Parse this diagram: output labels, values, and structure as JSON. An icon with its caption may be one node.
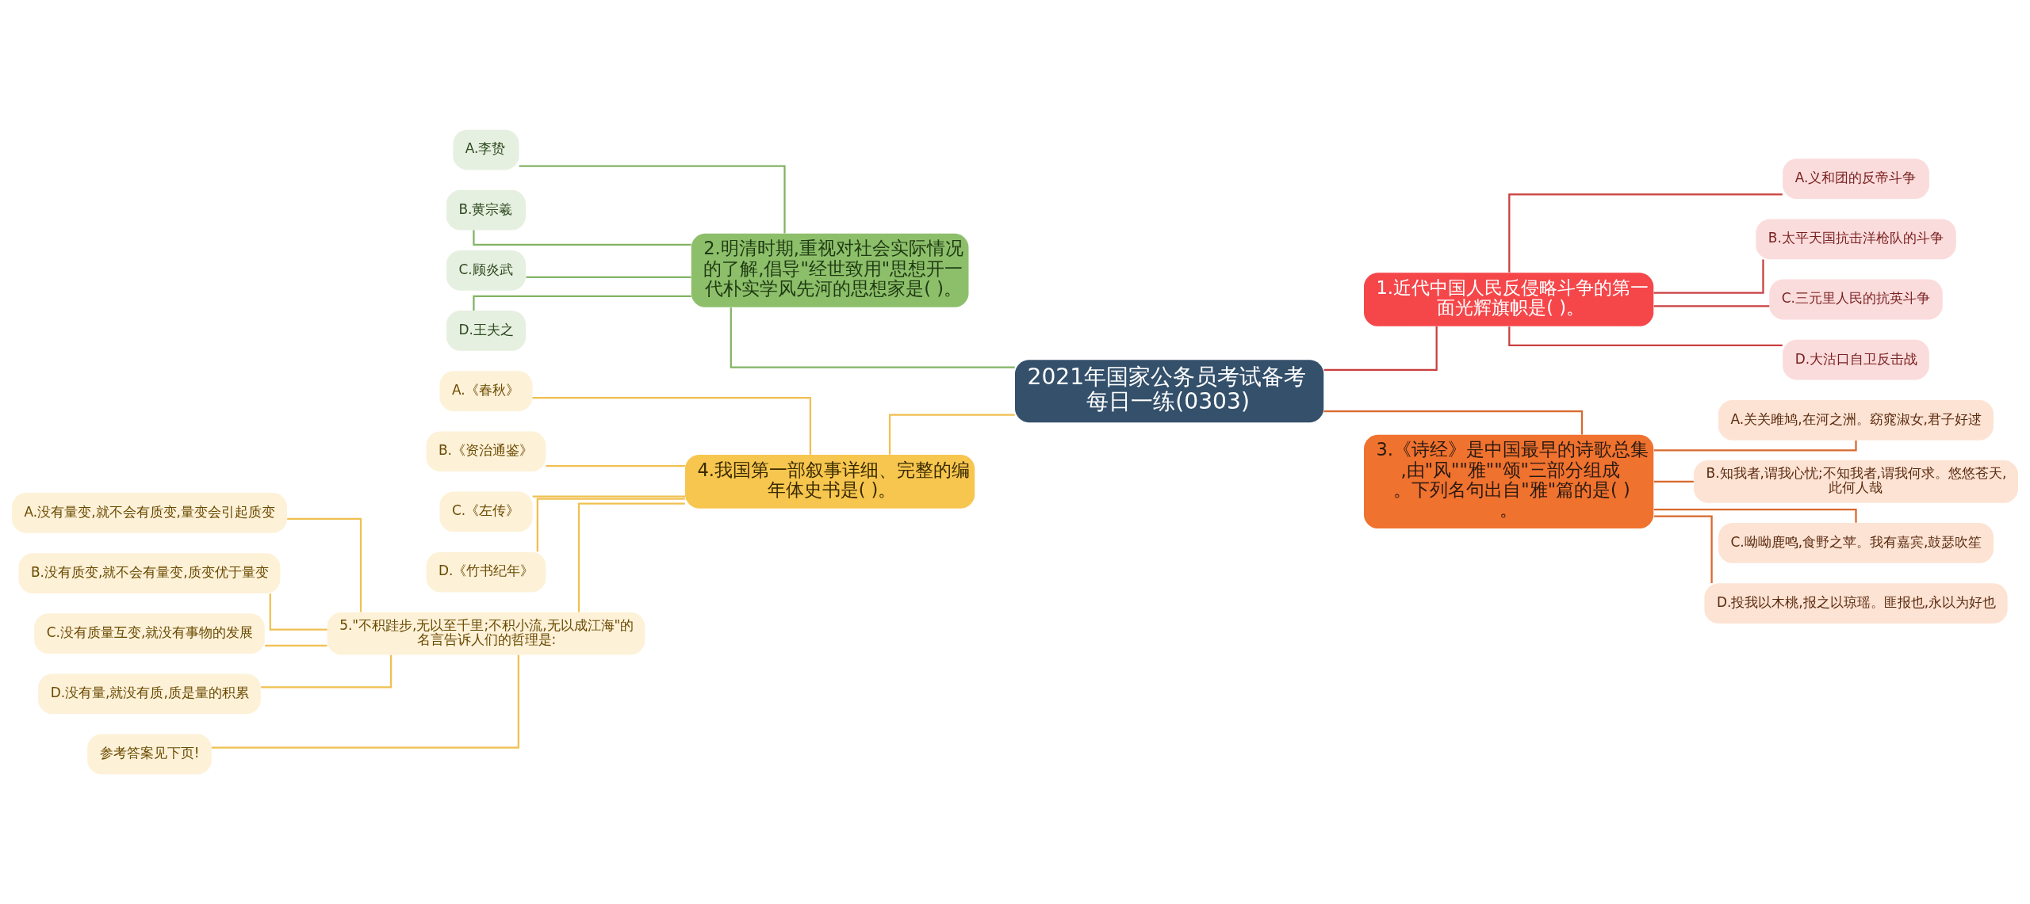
{
  "diagram": {
    "nodes": [
      {
        "text": [
          "2021年国家公务员考试备考每日一练(0303)"
        ]
      },
      {
        "text": [
          "1.近代中国人民反侵略斗争的第一面光辉旗帜是( )。"
        ]
      },
      {
        "text": [
          "A.义和团的反帝斗争"
        ]
      },
      {
        "text": [
          "B.太平天国抗击洋枪队的斗争"
        ]
      },
      {
        "text": [
          "C.三元里人民的抗英斗争"
        ]
      },
      {
        "text": [
          "D.大沽口自卫反击战"
        ]
      },
      {
        "text": [
          "3.《诗经》是中国最早的诗歌总集,由\"风\"\"雅\"\"颂\"三部分组成。下列名句出自\"雅\"篇的是( )。"
        ]
      },
      {
        "text": [
          "A.关关雎鸠,在河之洲。窈窕淑女,君子好逑"
        ]
      },
      {
        "text": [
          "B.知我者,谓我心忧;不知我者,谓我何求。悠悠苍天,此何人哉"
        ]
      },
      {
        "text": [
          "C.呦呦鹿鸣,食野之苹。我有嘉宾,鼓瑟吹笙"
        ]
      },
      {
        "text": [
          "D.投我以木桃,报之以琼瑶。匪报也,永以为好也"
        ]
      },
      {
        "text": [
          "2.明清时期,重视对社会实际情况的了解,倡导\"经世致用\"思想开一代朴实学风先河的思想家是( )。"
        ]
      },
      {
        "text": [
          "A.李贽"
        ]
      },
      {
        "text": [
          "B.黄宗羲"
        ]
      },
      {
        "text": [
          "C.顾炎武"
        ]
      },
      {
        "text": [
          "D.王夫之"
        ]
      },
      {
        "text": [
          "4.我国第一部叙事详细、完整的编年体史书是( )。"
        ]
      },
      {
        "text": [
          "A.《春秋》"
        ]
      },
      {
        "text": [
          "B.《资治通鉴》"
        ]
      },
      {
        "text": [
          "C.《左传》"
        ]
      },
      {
        "text": [
          "D.《竹书纪年》"
        ]
      },
      {
        "text": [
          "5.\"不积跬步,无以至千里;不积小流,无以成江海\"的名言告诉人们的哲理是:"
        ]
      },
      {
        "text": [
          "A.没有量变,就不会有质变,量变会引起质变"
        ]
      },
      {
        "text": [
          "B.没有质变,就不会有量变,质变优于量变"
        ]
      },
      {
        "text": [
          "C.没有质量互变,就没有事物的发展"
        ]
      },
      {
        "text": [
          "D.没有量,就没有质,质是量的积累"
        ]
      },
      {
        "text": [
          "参考答案见下页!"
        ]
      }
    ],
    "edges": [
      {
        "from": 0,
        "to": 1,
        "arrow": "none",
        "color": "#c9403f"
      },
      {
        "from": 1,
        "to": 2,
        "arrow": "none",
        "color": "#c9403f"
      },
      {
        "from": 1,
        "to": 3,
        "arrow": "none",
        "color": "#c9403f"
      },
      {
        "from": 1,
        "to": 4,
        "arrow": "none",
        "color": "#c9403f"
      },
      {
        "from": 1,
        "to": 5,
        "arrow": "none",
        "color": "#c9403f"
      },
      {
        "from": 0,
        "to": 6,
        "arrow": "none",
        "color": "#d8692c"
      },
      {
        "from": 6,
        "to": 7,
        "arrow": "none",
        "color": "#d8692c"
      },
      {
        "from": 6,
        "to": 8,
        "arrow": "none",
        "color": "#d8692c"
      },
      {
        "from": 6,
        "to": 9,
        "arrow": "none",
        "color": "#d8692c"
      },
      {
        "from": 6,
        "to": 10,
        "arrow": "none",
        "color": "#d8692c"
      },
      {
        "from": 0,
        "to": 11,
        "arrow": "none",
        "color": "#82b365"
      },
      {
        "from": 11,
        "to": 12,
        "arrow": "none",
        "color": "#82b365"
      },
      {
        "from": 11,
        "to": 13,
        "arrow": "none",
        "color": "#82b365"
      },
      {
        "from": 11,
        "to": 14,
        "arrow": "none",
        "color": "#82b365"
      },
      {
        "from": 11,
        "to": 15,
        "arrow": "none",
        "color": "#82b365"
      },
      {
        "from": 0,
        "to": 16,
        "arrow": "none"
      },
      {
        "from": 16,
        "to": 17,
        "arrow": "none"
      },
      {
        "from": 16,
        "to": 18,
        "arrow": "none"
      },
      {
        "from": 16,
        "to": 19,
        "arrow": "none"
      },
      {
        "from": 16,
        "to": 20,
        "arrow": "none"
      },
      {
        "from": 16,
        "to": 21,
        "arrow": "none"
      },
      {
        "from": 21,
        "to": 22,
        "arrow": "none"
      },
      {
        "from": 21,
        "to": 23,
        "arrow": "none"
      },
      {
        "from": 21,
        "to": 24,
        "arrow": "none"
      },
      {
        "from": 21,
        "to": 25,
        "arrow": "none"
      },
      {
        "from": 21,
        "to": 26,
        "arrow": "none"
      }
    ]
  }
}
